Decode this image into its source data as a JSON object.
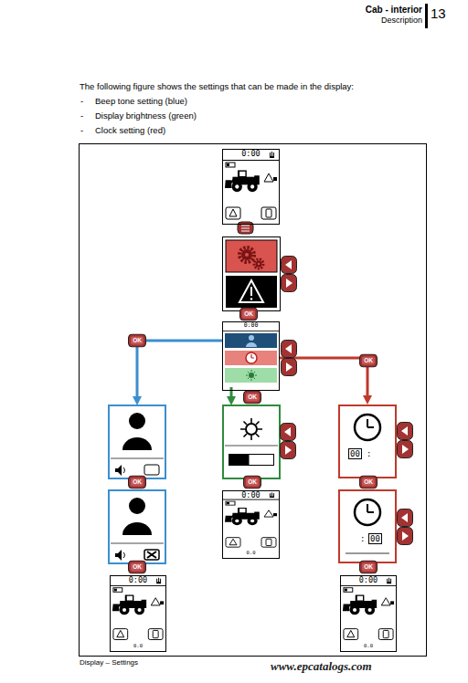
{
  "diagram": {
    "caption": "Display – Settings",
    "nodes": [
      {
        "text": [
          "0:00"
        ]
      },
      {
        "text": [
          "0:00"
        ]
      },
      {
        "text": [
          "00",
          ":"
        ]
      },
      {
        "text": [
          "0:00",
          "0.0"
        ]
      },
      {
        "text": [
          ":",
          "00"
        ]
      },
      {
        "text": [
          "0:00",
          "0.0"
        ]
      },
      {
        "text": [
          "0:00",
          "0.0"
        ]
      }
    ],
    "edges": [
      {
        "from": 1,
        "to": 2,
        "arrow": "to"
      }
    ],
    "labels": [
      "Cab - interior",
      "Description",
      "13",
      "The following figure shows the settings that can be made in the display:",
      "-",
      "Beep tone setting (blue)",
      "-",
      "Display brightness (green)",
      "-",
      "Clock setting (red)",
      "OK",
      "OK",
      "OK",
      "OK",
      "OK",
      "OK",
      "OK",
      "OK",
      "OK",
      "www.epcatalogs.com"
    ]
  }
}
